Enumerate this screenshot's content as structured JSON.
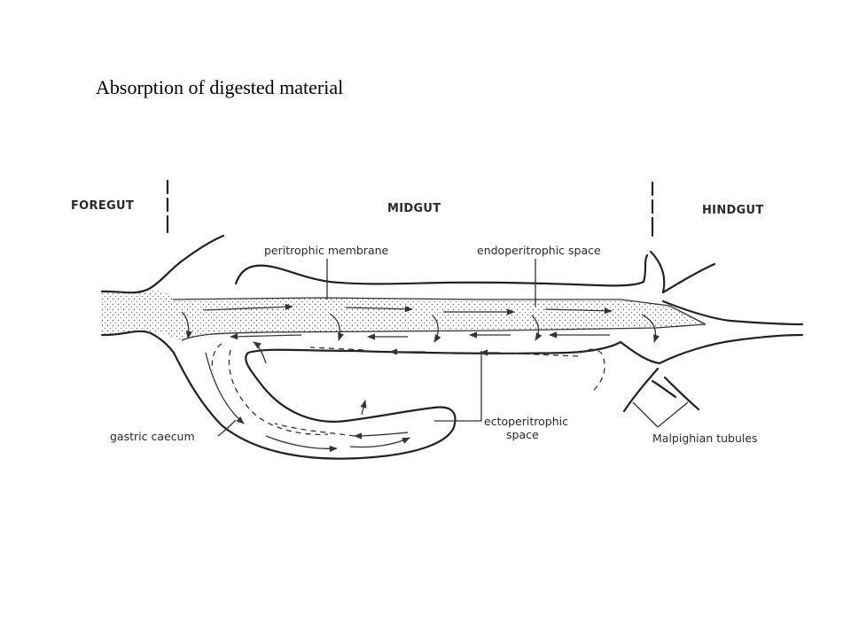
{
  "title": "Absorption of digested material",
  "regions": {
    "foregut": "FOREGUT",
    "midgut": "MIDGUT",
    "hindgut": "HINDGUT"
  },
  "labels": {
    "peritrophic_membrane": "peritrophic membrane",
    "endoperitrophic_space": "endoperitrophic space",
    "ectoperitrophic_line1": "ectoperitrophic",
    "ectoperitrophic_line2": "space",
    "gastric_caecum": "gastric caecum",
    "malpighian_tubules": "Malpighian tubules"
  }
}
